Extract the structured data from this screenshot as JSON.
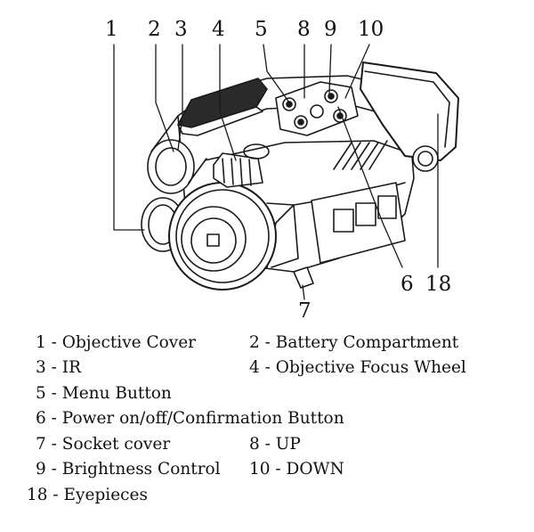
{
  "callouts": {
    "c1": "1",
    "c2": "2",
    "c3": "3",
    "c4": "4",
    "c5": "5",
    "c8": "8",
    "c9": "9",
    "c10": "10",
    "c6": "6",
    "c18": "18",
    "c7": "7"
  },
  "legend": {
    "item1": "1 - Objective Cover",
    "item2": "2 - Battery Compartment",
    "item3": "3 - IR",
    "item4": "4 - Objective Focus Wheel",
    "item5": "5 - Menu Button",
    "item6": "6 - Power on/off/Confirmation Button",
    "item7": "7 - Socket cover",
    "item8": "8 - UP",
    "item9": "9 - Brightness Control",
    "item10": "10 - DOWN",
    "item18": "18 - Eyepieces"
  }
}
